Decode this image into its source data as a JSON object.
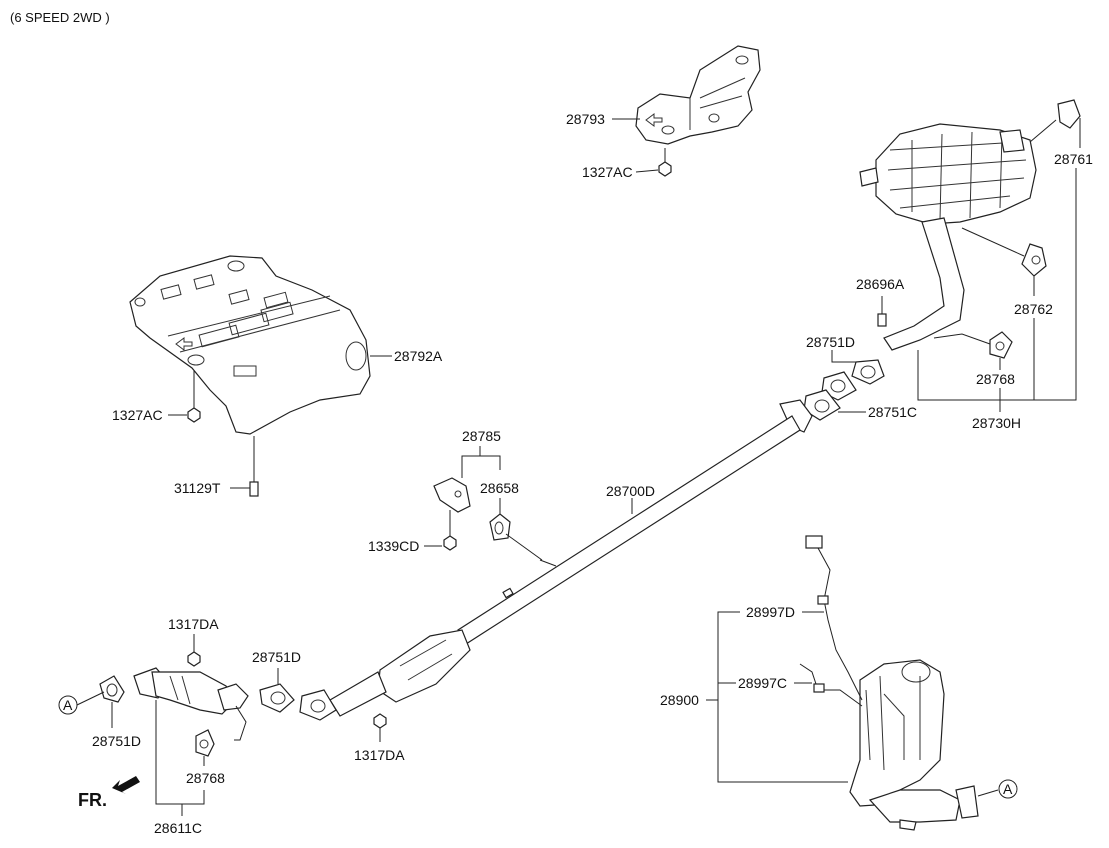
{
  "header": {
    "title": "(6 SPEED 2WD )"
  },
  "orientation": {
    "front_label": "FR."
  },
  "references": {
    "a_left": "A",
    "a_right": "A"
  },
  "labels": {
    "p28793": "28793",
    "p1327AC_top": "1327AC",
    "p28761": "28761",
    "p28792A": "28792A",
    "p1327AC_left": "1327AC",
    "p31129T": "31129T",
    "p28696A": "28696A",
    "p28751D_top": "28751D",
    "p28762": "28762",
    "p28768_top": "28768",
    "p28751C": "28751C",
    "p28730H": "28730H",
    "p28785": "28785",
    "p28658": "28658",
    "p1339CD": "1339CD",
    "p28700D": "28700D",
    "p1317DA_top": "1317DA",
    "p28751D_mid": "28751D",
    "p28751D_bot": "28751D",
    "p28768_bot": "28768",
    "p28611C": "28611C",
    "p1317DA_bot": "1317DA",
    "p28997D": "28997D",
    "p28997C": "28997C",
    "p28900": "28900"
  }
}
